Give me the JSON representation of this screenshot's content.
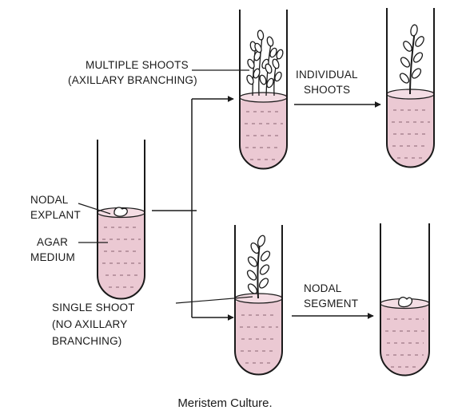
{
  "labels": {
    "multiple_shoots": {
      "line1": "MULTIPLE SHOOTS",
      "line2": "(AXILLARY BRANCHING)"
    },
    "individual_shoots": {
      "line1": "INDIVIDUAL",
      "line2": "SHOOTS"
    },
    "nodal_explant": {
      "line1": "NODAL",
      "line2": "EXPLANT"
    },
    "agar_medium": {
      "line1": "AGAR",
      "line2": "MEDIUM"
    },
    "single_shoot": {
      "line1": "SINGLE SHOOT",
      "line2": "(NO AXILLARY",
      "line3": "BRANCHING)"
    },
    "nodal_segment": {
      "line1": "NODAL",
      "line2": "SEGMENT"
    }
  },
  "caption": "Meristem Culture.",
  "colors": {
    "medium": "#ebc9d3",
    "ink": "#1a1a1a"
  }
}
